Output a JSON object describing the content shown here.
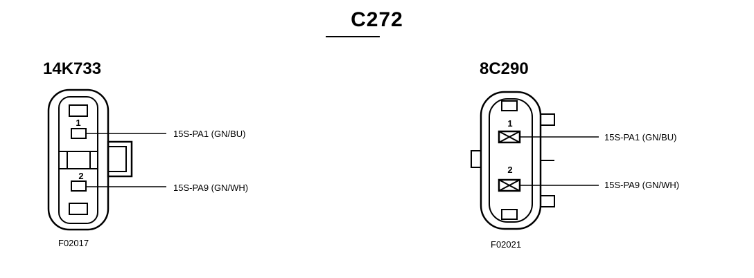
{
  "title": "C272",
  "connectors": [
    {
      "name": "14K733",
      "figure_id": "F02017",
      "pins": [
        {
          "number": "1",
          "circuit": "15S-PA1 (GN/BU)"
        },
        {
          "number": "2",
          "circuit": "15S-PA9 (GN/WH)"
        }
      ]
    },
    {
      "name": "8C290",
      "figure_id": "F02021",
      "pins": [
        {
          "number": "1",
          "circuit": "15S-PA1 (GN/BU)"
        },
        {
          "number": "2",
          "circuit": "15S-PA9 (GN/WH)"
        }
      ]
    }
  ],
  "colors": {
    "line": "#000000",
    "background": "#ffffff"
  }
}
